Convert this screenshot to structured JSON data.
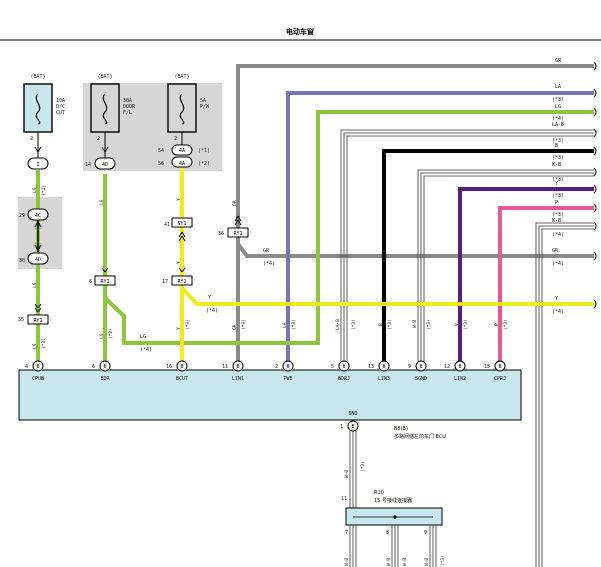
{
  "header": {
    "title": "电动车窗"
  },
  "colors": {
    "GR": "#8a8a8a",
    "LA": "#7777b0",
    "LG": "#8cc63f",
    "B": "#000000",
    "Y": "#f2ea1c",
    "V": "#5b1e76",
    "P": "#e8569c",
    "ecu": "#c8e6ee",
    "gray_panel": "#d6d6d6"
  },
  "fuses": [
    {
      "id": "fuse-1",
      "bat": "(BAT)",
      "l1": "10A",
      "l2": "D/C",
      "l3": "CUT",
      "pin": "2"
    },
    {
      "id": "fuse-2",
      "bat": "(BAT)",
      "l1": "30A",
      "l2": "DOOR",
      "l3": "F/L",
      "pin": "2"
    },
    {
      "id": "fuse-3",
      "bat": "(BAT)",
      "l1": "5A",
      "l2": "P/W",
      "l3": "",
      "pin": "2"
    }
  ],
  "connectors": {
    "c1": "I",
    "c2_num": "14",
    "c2": "4D",
    "c3a_num": "54",
    "c3a": "4A",
    "c3a_note": "(*1)",
    "c3b_num": "56",
    "c3b": "4A",
    "c3b_note": "(*2)",
    "j4c_num": "29",
    "j4c": "4C",
    "j4d_num": "30",
    "j4d": "4D",
    "ry1_a_num": "35",
    "ry1_b_num": "6",
    "ry1_c_num": "17",
    "ry1_d_num": "36",
    "ry1": "RY1",
    "ny1_num": "41",
    "ny1": "NY1"
  },
  "wires_right": [
    {
      "code": "GR",
      "note": ""
    },
    {
      "code": "LA",
      "note": "(*3)"
    },
    {
      "code": "LG",
      "note": "(*4)"
    },
    {
      "code": "LA-B",
      "note": "(*3)"
    },
    {
      "code": "B",
      "note": "(*3)"
    },
    {
      "code": "W-B",
      "note": "(*3)"
    },
    {
      "code": "Y",
      "note": "(*3)"
    },
    {
      "code": "P",
      "note": "(*3)"
    },
    {
      "code": "W-B",
      "note": "(*4)"
    },
    {
      "code": "GR",
      "note": "(*4)"
    },
    {
      "code": "Y",
      "note": "(*4)"
    }
  ],
  "mid_labels": {
    "gr_mid": "GR",
    "gr_mid_note": "(*4)",
    "y_mid": "Y",
    "y_mid_note": "(*4)",
    "lg_mid": "LG",
    "lg_mid_note": "(*4)",
    "lg_v1": "LG",
    "lg_v1_note": "(*4)",
    "lg_v2": "LG",
    "lg_v3": "LG",
    "lg_v3_note": "(*3)",
    "lg_v4": "LG",
    "lg_v4_note": "(*4)",
    "lg_v5": "LG",
    "lg_v5_note": "(*2)",
    "y_v1": "Y",
    "y_v2": "Y",
    "y_v3": "Y",
    "y_v3_note": "(*3)",
    "gr_v": "GR",
    "gr_v2": "GR",
    "gr_v2_note": "(*3)"
  },
  "vert_labels": [
    {
      "code": "LA",
      "note": "(*3)"
    },
    {
      "code": "LA-B",
      "note": "(*3)"
    },
    {
      "code": "B",
      "note": "(*3)"
    },
    {
      "code": "W-B",
      "note": "(*3)"
    },
    {
      "code": "V",
      "note": "(*3)"
    },
    {
      "code": "P",
      "note": "(*3)"
    }
  ],
  "ecu_pins": [
    {
      "num": "4",
      "pin": "B",
      "label": "CPUB"
    },
    {
      "num": "6",
      "pin": "B",
      "label": "BDR"
    },
    {
      "num": "16",
      "pin": "B",
      "label": "BCUT"
    },
    {
      "num": "11",
      "pin": "B",
      "label": "LIN1"
    },
    {
      "num": "2",
      "pin": "B",
      "label": "PWE"
    },
    {
      "num": "5",
      "pin": "B",
      "label": "BDRJ"
    },
    {
      "num": "13",
      "pin": "B",
      "label": "LIN3"
    },
    {
      "num": "9",
      "pin": "B",
      "label": "SGND"
    },
    {
      "num": "12",
      "pin": "B",
      "label": "LIN2"
    },
    {
      "num": "15",
      "pin": "B",
      "label": "CPRJ"
    }
  ],
  "ecu": {
    "gnd": "GND",
    "gnd_num": "1",
    "gnd_pin": "B",
    "name_code": "B8(B)",
    "name": "多路网络左前车门 ECU",
    "wb_v": "W-B",
    "wb_v_note": "(*3)"
  },
  "r10": {
    "pin_in": "11",
    "code": "R10",
    "name": "15 号接线连接器",
    "pins_out": [
      "7",
      "8",
      "9"
    ],
    "bottom_codes": [
      "W-B",
      "W-B",
      "W-B",
      "W-B"
    ],
    "bottom_note": "(*3)"
  }
}
